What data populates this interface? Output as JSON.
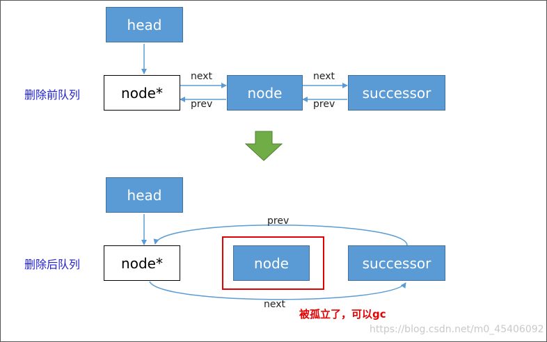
{
  "colors": {
    "node_fill": "#5b9bd5",
    "node_border": "#41719c",
    "arrow_line": "#5b9bd5",
    "down_arrow": "#70ad47",
    "highlight_frame": "#e00000",
    "row_label": "#1f1fd1",
    "gc_note": "#e60000"
  },
  "before": {
    "label": "删除前队列",
    "head": "head",
    "node_star": "node*",
    "node": "node",
    "successor": "successor",
    "next_1": "next",
    "prev_1": "prev",
    "next_2": "next",
    "prev_2": "prev"
  },
  "after": {
    "label": "删除后队列",
    "head": "head",
    "node_star": "node*",
    "node": "node",
    "successor": "successor",
    "prev": "prev",
    "next": "next",
    "isolated_note": "被孤立了，可以gc"
  },
  "transition_icon": "down-arrow-icon",
  "watermark": "https://blog.csdn.net/m0_45406092"
}
